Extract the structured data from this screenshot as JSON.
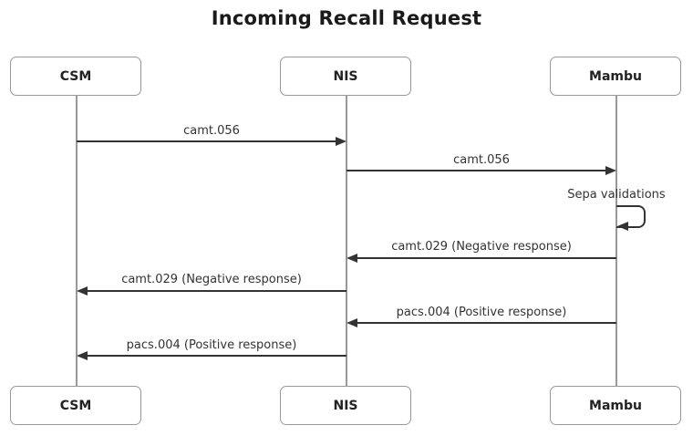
{
  "title": "Incoming Recall Request",
  "diagram_type": "sequence",
  "actors": [
    {
      "name": "CSM"
    },
    {
      "name": "NIS"
    },
    {
      "name": "Mambu"
    }
  ],
  "messages": [
    {
      "from": "CSM",
      "to": "NIS",
      "label": "camt.056",
      "type": "solid-arrow"
    },
    {
      "from": "NIS",
      "to": "Mambu",
      "label": "camt.056",
      "type": "solid-arrow"
    },
    {
      "from": "Mambu",
      "to": "Mambu",
      "label": "Sepa validations",
      "type": "self-loop"
    },
    {
      "from": "Mambu",
      "to": "NIS",
      "label": "camt.029 (Negative response)",
      "type": "solid-arrow"
    },
    {
      "from": "NIS",
      "to": "CSM",
      "label": "camt.029 (Negative response)",
      "type": "solid-arrow"
    },
    {
      "from": "Mambu",
      "to": "NIS",
      "label": "pacs.004 (Positive response)",
      "type": "solid-arrow"
    },
    {
      "from": "NIS",
      "to": "CSM",
      "label": "pacs.004 (Positive response)",
      "type": "solid-arrow"
    }
  ],
  "colors": {
    "background": "#ffffff",
    "actor_border": "#999999",
    "actor_fill": "#ffffff",
    "lifeline": "#999999",
    "arrow": "#333333",
    "message_text": "#333333",
    "title_text": "#1a1a1a"
  }
}
